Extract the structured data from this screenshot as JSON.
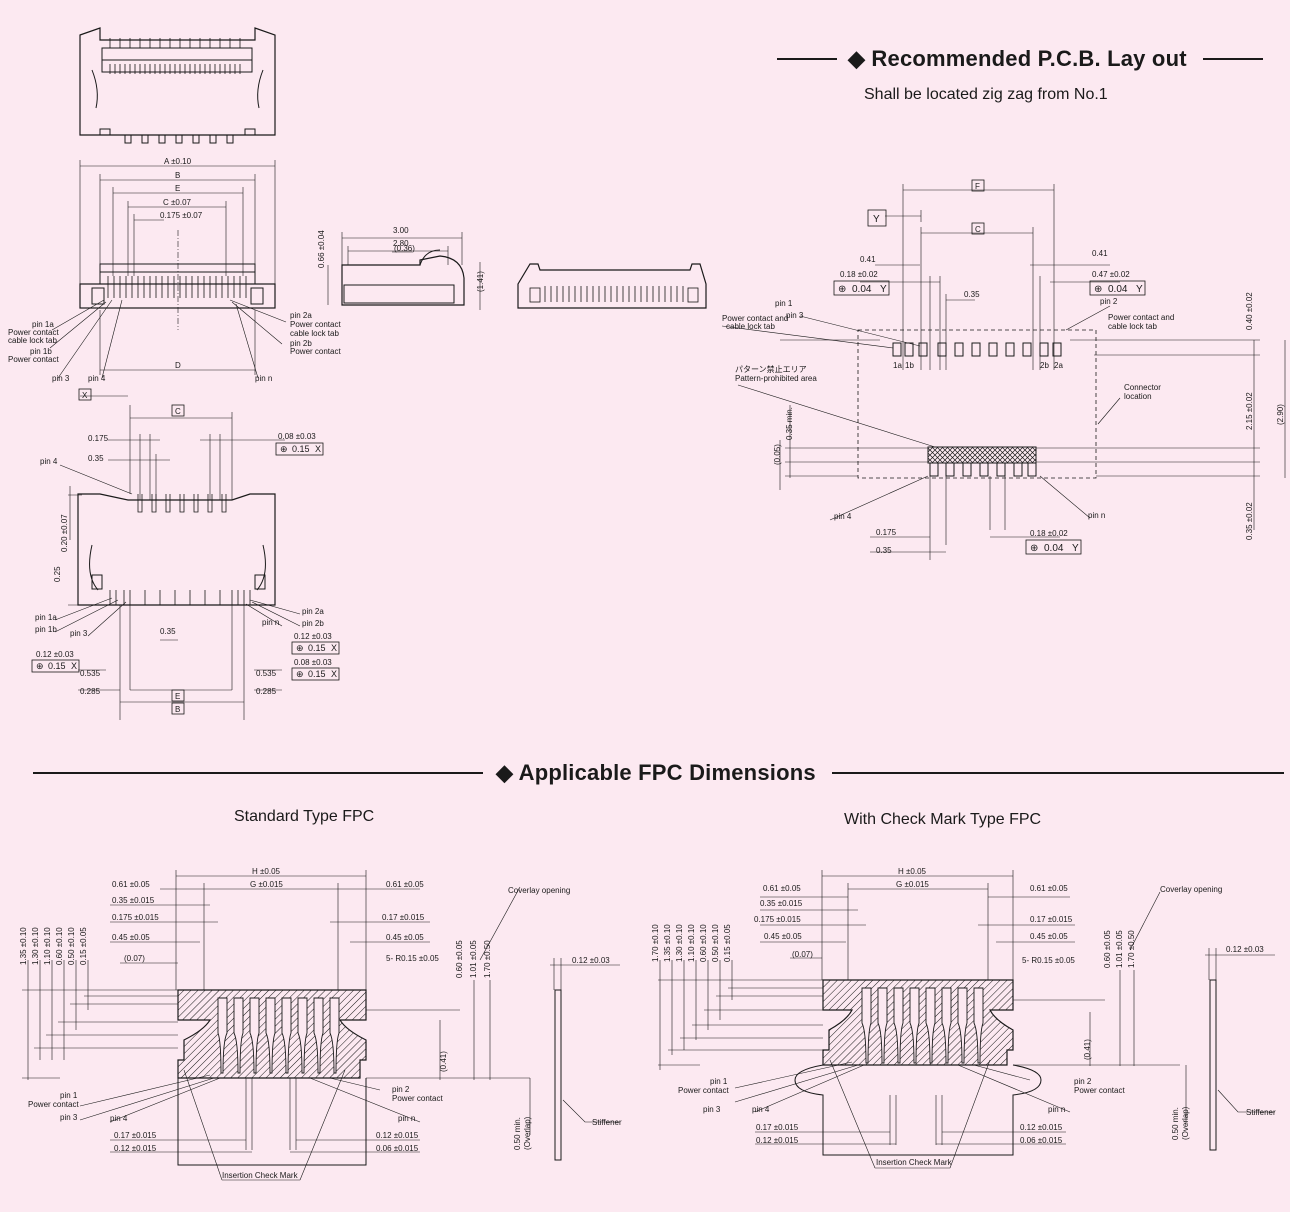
{
  "titles": {
    "pcb": "◆ Recommended P.C.B. Lay out",
    "pcb_note": "Shall be located zig zag from No.1",
    "fpc": "◆ Applicable FPC Dimensions",
    "fpc_standard": "Standard Type FPC",
    "fpc_checkmark": "With Check Mark Type FPC"
  },
  "connector": {
    "dim_a": "A ±0.10",
    "dim_b": "B",
    "dim_e": "E",
    "dim_c": "C ±0.07",
    "dim_pitch": "0.175 ±0.07",
    "dim_d": "D",
    "pin1a": "pin 1a",
    "pin1a_desc1": "Power contact",
    "pin1a_desc2": "cable lock tab",
    "pin1b": "pin 1b",
    "pin1b_desc": "Power contact",
    "pin2a": "pin 2a",
    "pin2a_desc1": "Power contact",
    "pin2a_desc2": "cable lock tab",
    "pin2b": "pin 2b",
    "pin2b_desc": "Power contact",
    "pin3": "pin 3",
    "pin4": "pin 4",
    "pinn": "pin n",
    "side_height": "0.66 ±0.04",
    "side_w1": "3.00",
    "side_w2": "2.80",
    "side_w3": "(0.36)",
    "side_h2": "(1.41)"
  },
  "bottom_view": {
    "x_label": "X",
    "c_label": "C",
    "d0175": "0.175",
    "d035": "0.35",
    "tol1": "0.08 ±0.03",
    "tol1_pos": "0.15",
    "tol1_ref": "X",
    "pin4": "pin 4",
    "h020": "0.20 ±0.07",
    "h025": "0.25",
    "pin1a": "pin 1a",
    "pin1b": "pin 1b",
    "pin3": "pin 3",
    "mid035": "0.35",
    "pin2a": "pin 2a",
    "pin2b": "pin 2b",
    "pinn": "pin n",
    "tolr1": "0.12 ±0.03",
    "tolr1_pos": "0.15",
    "tolr1_ref": "X",
    "toll": "0.12 ±0.03",
    "toll_pos": "0.15",
    "toll_ref": "X",
    "tolr2": "0.08 ±0.03",
    "tolr2_pos": "0.15",
    "tolr2_ref": "X",
    "l0535": "0.535",
    "l0285": "0.285",
    "r0535": "0.535",
    "r0285": "0.285",
    "e_label": "E",
    "b_label": "B"
  },
  "pcb": {
    "y_label": "Y",
    "f_label": "F",
    "c_label": "C",
    "d041l": "0.41",
    "d041r": "0.41",
    "tol_l": "0.18 ±0.02",
    "tol_l_pos": "0.04",
    "tol_l_ref": "Y",
    "tol_r": "0.47 ±0.02",
    "tol_r_pos": "0.04",
    "tol_r_ref": "Y",
    "d035": "0.35",
    "pin3": "pin 3",
    "pin1": "pin 1",
    "pin2": "pin 2",
    "pc_left1": "Power contact  and",
    "pc_left2": "cable lock tab",
    "pc_right1": "Power contact  and",
    "pc_right2": "cable lock tab",
    "lab1a": "1a",
    "lab1b": "1b",
    "lab2b": "2b",
    "lab2a": "2a",
    "prohib_jp": "パターン禁止エリア",
    "prohib_en": "Pattern-prohibited area",
    "conn_loc1": "Connector",
    "conn_loc2": "location",
    "h035min": "0.35 min.",
    "h005": "(0.05)",
    "v040": "0.40 ±0.02",
    "v215": "2.15 ±0.02",
    "v290": "(2.90)",
    "v035": "0.35 ±0.02",
    "pin4": "pin 4",
    "pinn": "pin n",
    "b0175": "0.175",
    "b035": "0.35",
    "tol_b": "0.18 ±0.02",
    "tol_b_pos": "0.04",
    "tol_b_ref": "Y"
  },
  "fpc_std": {
    "h": "H ±0.05",
    "g": "G ±0.015",
    "l061": "0.61 ±0.05",
    "r061": "0.61 ±0.05",
    "l035": "0.35 ±0.015",
    "l0175": "0.175 ±0.015",
    "r017": "0.17 ±0.015",
    "l045": "0.45 ±0.05",
    "r045": "0.45 ±0.05",
    "l007": "(0.07)",
    "r5r": "5- R0.15 ±0.05",
    "v135": "1.35 ±0.10",
    "v130": "1.30 ±0.10",
    "v110": "1.10 ±0.10",
    "v060": "0.60 ±0.10",
    "v050": "0.50 ±0.10",
    "v015": "0.15 ±0.05",
    "rv060": "0.60 ±0.05",
    "rv101": "1.01 ±0.05",
    "rv170": "1.70 ±0.50",
    "coverlay": "Coverlay opening",
    "t012": "0.12 ±0.03",
    "v041": "(0.41)",
    "pin1": "pin 1",
    "pin1_desc": "Power contact",
    "pin3": "pin 3",
    "pin4": "pin 4",
    "pin2": "pin 2",
    "pin2_desc": "Power contact",
    "pinn": "pin n",
    "b017": "0.17 ±0.015",
    "b012": "0.12 ±0.015",
    "br012": "0.12 ±0.015",
    "br006": "0.06 ±0.015",
    "overlap1": "0.50 min.",
    "overlap2": "(Overlap)",
    "stiffener": "Stiffener",
    "check": "Insertion Check Mark"
  },
  "fpc_chk": {
    "h": "H ±0.05",
    "g": "G ±0.015",
    "l061": "0.61 ±0.05",
    "r061": "0.61 ±0.05",
    "l035": "0.35 ±0.015",
    "l0175": "0.175 ±0.015",
    "r017": "0.17 ±0.015",
    "l045": "0.45 ±0.05",
    "r045": "0.45 ±0.05",
    "l007": "(0.07)",
    "r5r": "5- R0.15 ±0.05",
    "v170": "1.70 ±0.10",
    "v135": "1.35 ±0.10",
    "v130": "1.30 ±0.10",
    "v110": "1.10 ±0.10",
    "v060": "0.60 ±0.10",
    "v050": "0.50 ±0.10",
    "v015": "0.15 ±0.05",
    "rv060": "0.60 ±0.05",
    "rv101": "1.01 ±0.05",
    "rv170": "1.70 ±0.50",
    "coverlay": "Coverlay opening",
    "t012": "0.12 ±0.03",
    "v041": "(0.41)",
    "pin1": "pin 1",
    "pin1_desc": "Power contact",
    "pin3": "pin 3",
    "pin4": "pin 4",
    "pin2": "pin 2",
    "pin2_desc": "Power contact",
    "pinn": "pin n",
    "b017": "0.17 ±0.015",
    "b012": "0.12 ±0.015",
    "br012": "0.12 ±0.015",
    "br006": "0.06 ±0.015",
    "overlap1": "0.50 min.",
    "overlap2": "(Overlap)",
    "stiffener": "Stiffener",
    "check": "Insertion Check Mark"
  }
}
